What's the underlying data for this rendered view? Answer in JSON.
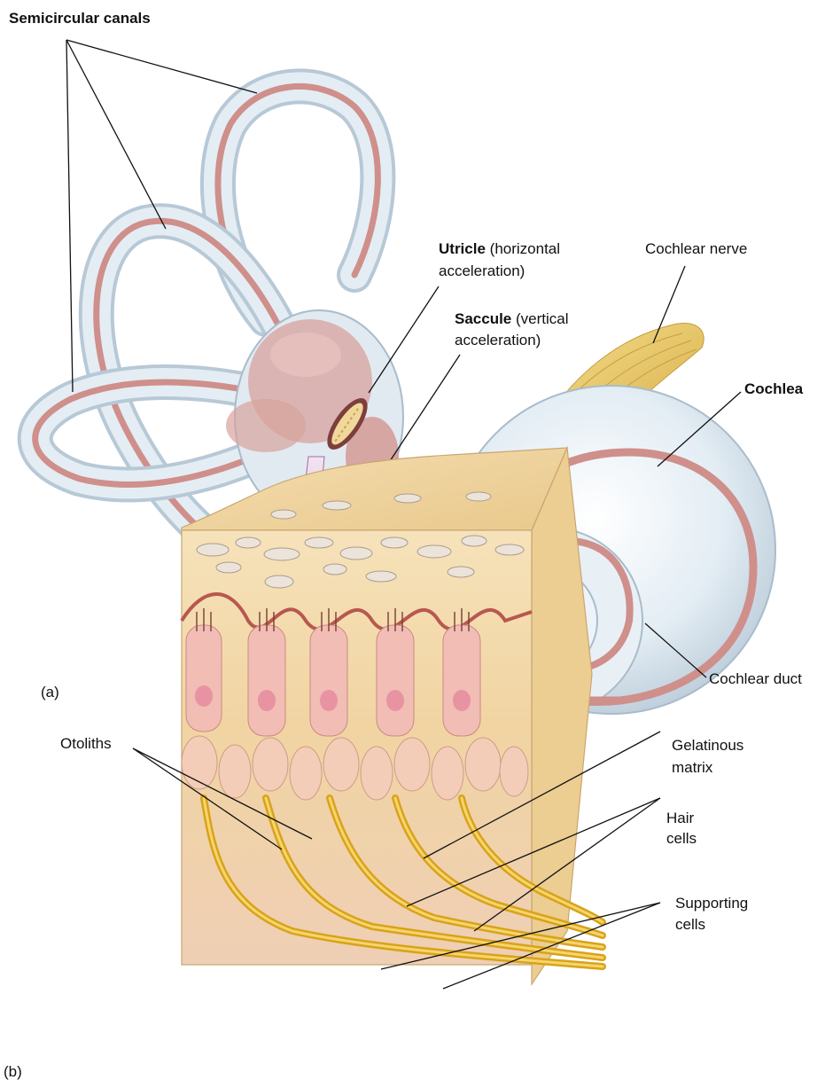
{
  "panel_a": {
    "tag": "(a)",
    "labels": {
      "semicircular_canals": "Semicircular canals",
      "utricle_name": "Utricle",
      "utricle_note_1": "(horizontal",
      "utricle_note_2": "acceleration)",
      "saccule_name": "Saccule",
      "saccule_note_1": "(vertical",
      "saccule_note_2": "acceleration)",
      "cochlear_nerve": "Cochlear nerve",
      "cochlea": "Cochlea",
      "cochlear_duct": "Cochlear duct"
    }
  },
  "panel_b": {
    "tag": "(b)",
    "labels": {
      "otoliths": "Otoliths",
      "gelatinous_1": "Gelatinous",
      "gelatinous_2": "matrix",
      "hair_1": "Hair",
      "hair_2": "cells",
      "supporting_1": "Supporting",
      "supporting_2": "cells"
    }
  },
  "colors": {
    "membrane": "#dfe9f1",
    "duct": "#cf8f8b",
    "arrow": "#b983b6",
    "nerve": "#e9c65a",
    "matrix": "#f2d8a3",
    "cell": "#f1bdb5"
  }
}
